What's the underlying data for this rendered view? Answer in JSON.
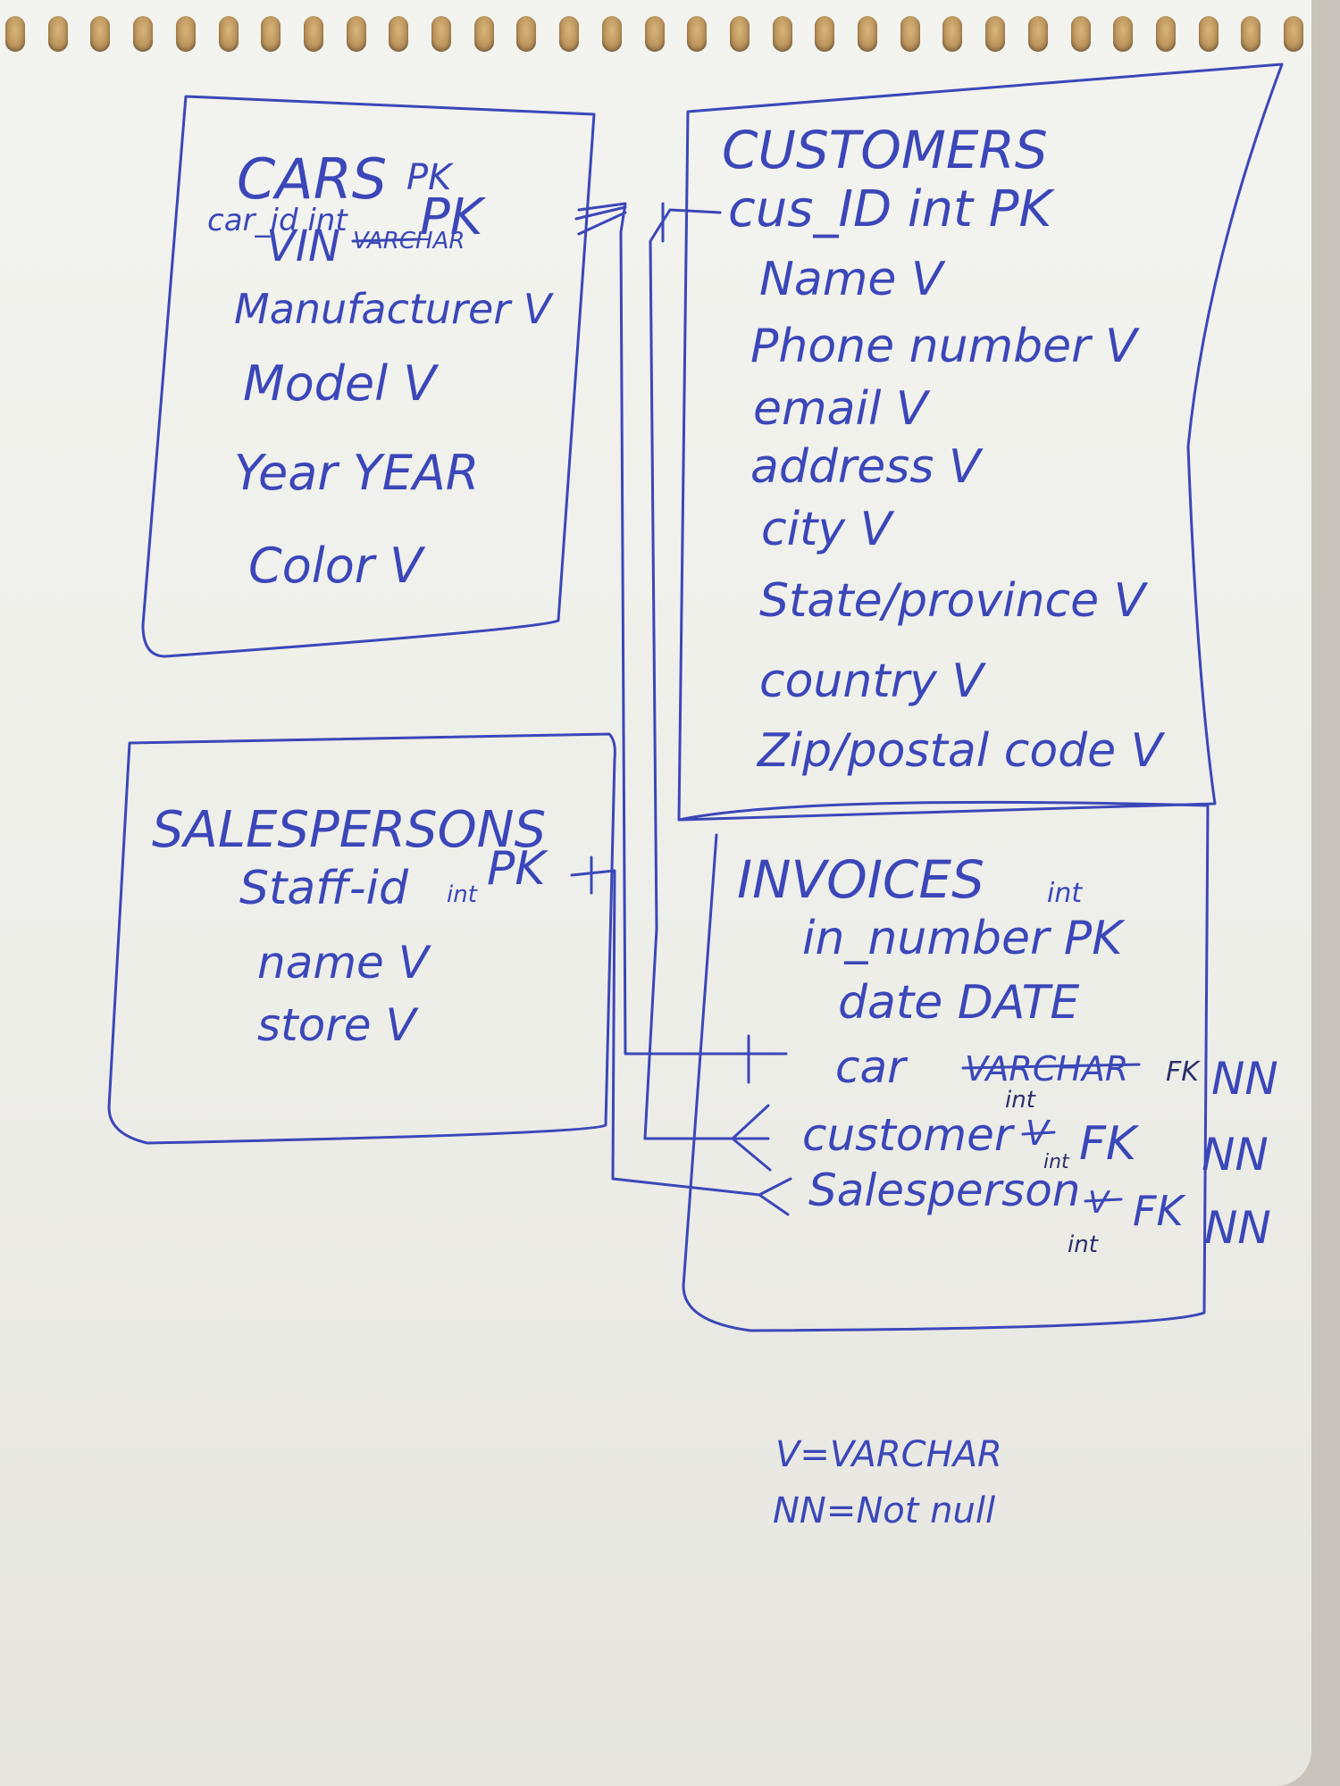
{
  "tables": {
    "cars": {
      "title": "CARS",
      "pk_above": "PK",
      "col1": "car_id int",
      "col2": "VIN",
      "col2_strike": "VARCHAR",
      "col2_pk": "PK",
      "fields": [
        "Manufacturer V",
        "Model V",
        "Year YEAR",
        "Color V"
      ]
    },
    "customers": {
      "title": "CUSTOMERS",
      "pk_field": "cus_ID int PK",
      "fields": [
        "Name V",
        "Phone number V",
        "email V",
        "address V",
        "city V",
        "State/province V",
        "country V",
        "Zip/postal code V"
      ]
    },
    "salespersons": {
      "title": "SALESPERSONS",
      "pk_field": "Staff-id",
      "pk_type": "int",
      "pk_tag": "PK",
      "fields": [
        "name V",
        "store V"
      ]
    },
    "invoices": {
      "title": "INVOICES",
      "title_type": "int",
      "pk_field": "in_number PK",
      "date_field": "date DATE",
      "car_name": "car",
      "car_strike": "VARCHAR",
      "car_int": "int",
      "car_fk": "FK",
      "customer_name": "customer",
      "customer_strike": "V",
      "customer_int": "int",
      "customer_fk": "FK",
      "salesperson_name": "Salesperson",
      "salesperson_strike": "V",
      "salesperson_int": "int",
      "salesperson_fk": "FK",
      "nn_labels": [
        "NN",
        "NN",
        "NN"
      ]
    }
  },
  "legend": {
    "line1": "V=VARCHAR",
    "line2": "NN=Not null"
  },
  "ink_color": "#3b47b8",
  "binder_ring_icon": "spiral-binding"
}
